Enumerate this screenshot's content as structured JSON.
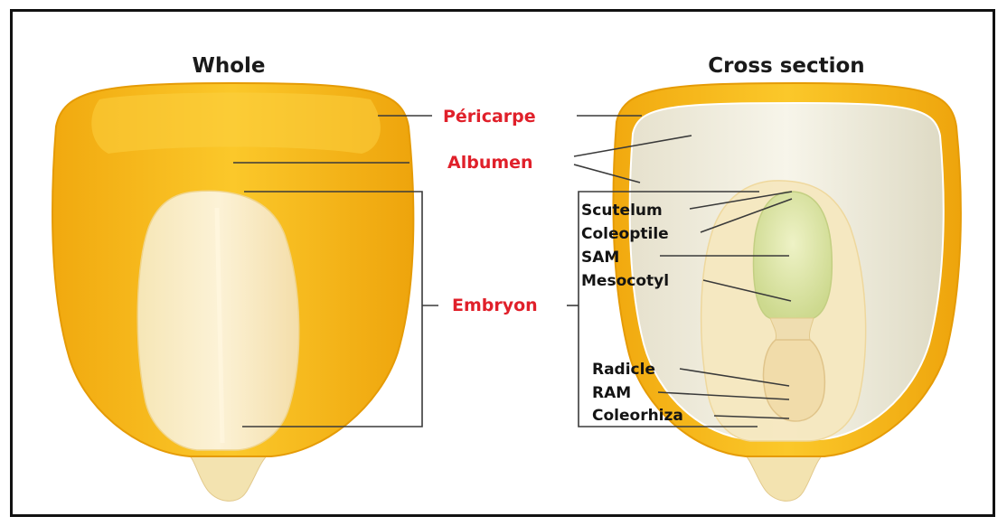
{
  "titles": {
    "whole": "Whole",
    "cross_section": "Cross section"
  },
  "labels": {
    "pericarpe": "Péricarpe",
    "albumen": "Albumen",
    "embryon": "Embryon",
    "scutelum": "Scutelum",
    "coleoptile": "Coleoptile",
    "sam": "SAM",
    "mesocotyl": "Mesocotyl",
    "radicle": "Radicle",
    "ram": "RAM",
    "coleorhiza": "Coleorhiza"
  },
  "colors": {
    "label_red": "#e0202a",
    "kernel_yellow": "#f6b81a",
    "endosperm_cream": "#f4f1e2",
    "embryo_cream": "#f8ebc6",
    "scutellum_green": "#dfe6a8",
    "leader_line": "#333333"
  },
  "icons": [
    "whole-kernel-illustration",
    "cross-section-illustration"
  ]
}
